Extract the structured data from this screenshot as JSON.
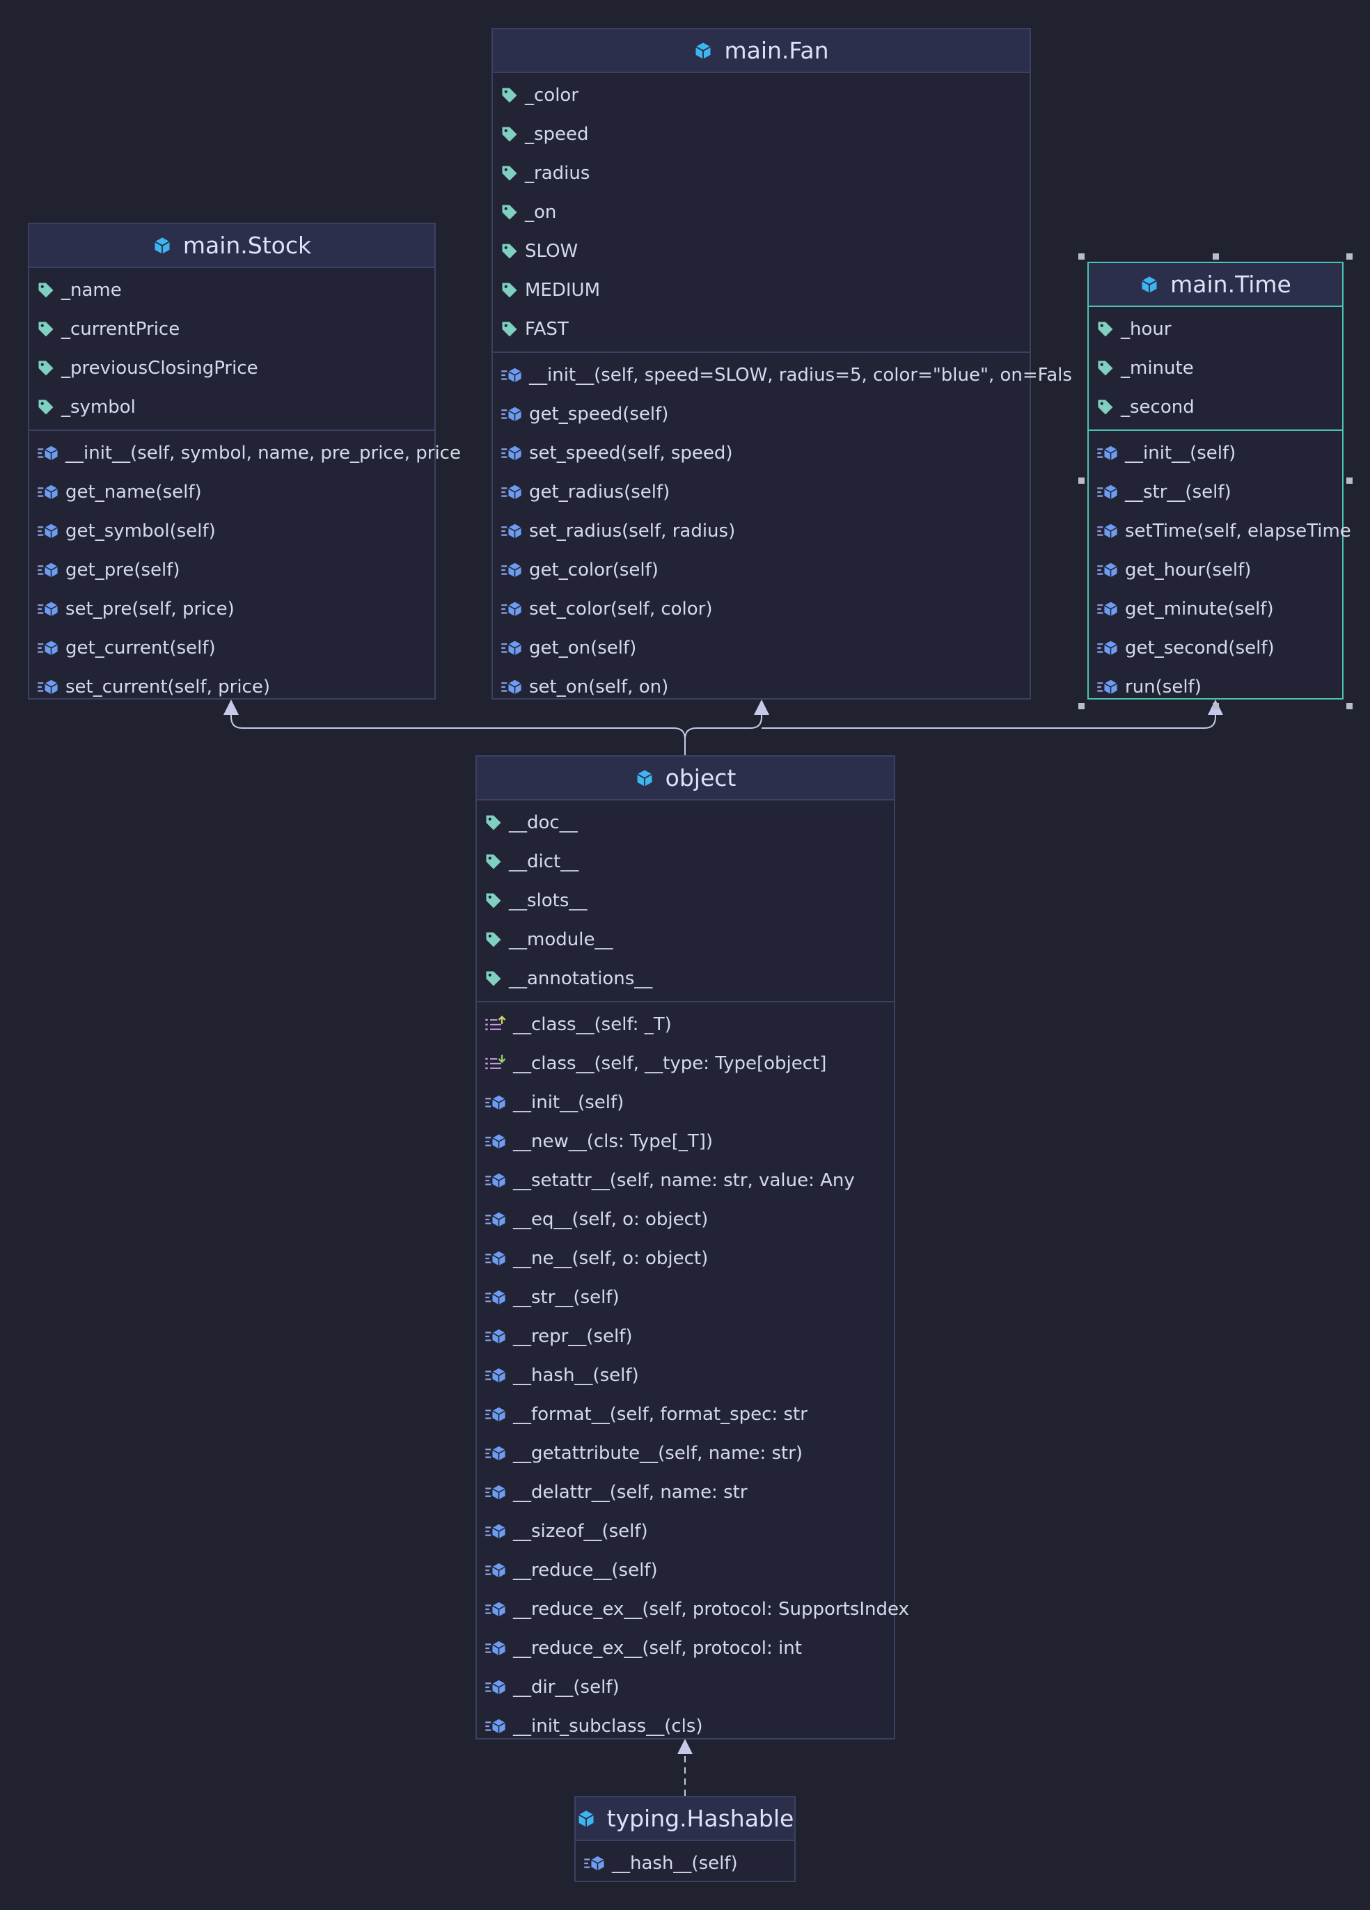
{
  "colors": {
    "background": "#21222f",
    "header": "#2c2f4c",
    "border": "#3d4060",
    "selected_border": "#4cc3b0",
    "field_icon": "#7fd0c0",
    "method_icon": "#6d9cf0",
    "class_icon": "#3db6f0",
    "edge": "#c6c9e8"
  },
  "classes": {
    "fan": {
      "name": "main.Fan",
      "fields": [
        "_color",
        "_speed",
        "_radius",
        "_on",
        "SLOW",
        "MEDIUM",
        "FAST"
      ],
      "methods": [
        "__init__(self, speed=SLOW, radius=5, color=\"blue\", on=Fals",
        "get_speed(self)",
        "set_speed(self, speed)",
        "get_radius(self)",
        "set_radius(self, radius)",
        "get_color(self)",
        "set_color(self, color)",
        "get_on(self)",
        "set_on(self, on)"
      ]
    },
    "stock": {
      "name": "main.Stock",
      "fields": [
        "_name",
        "_currentPrice",
        "_previousClosingPrice",
        "_symbol"
      ],
      "methods": [
        "__init__(self, symbol, name, pre_price, price",
        "get_name(self)",
        "get_symbol(self)",
        "get_pre(self)",
        "set_pre(self, price)",
        "get_current(self)",
        "set_current(self, price)"
      ]
    },
    "time": {
      "name": "main.Time",
      "fields": [
        "_hour",
        "_minute",
        "_second"
      ],
      "methods": [
        "__init__(self)",
        "__str__(self)",
        "setTime(self, elapseTime",
        "get_hour(self)",
        "get_minute(self)",
        "get_second(self)",
        "run(self)"
      ]
    },
    "object": {
      "name": "object",
      "fields": [
        "__doc__",
        "__dict__",
        "__slots__",
        "__module__",
        "__annotations__"
      ],
      "methods": [
        "__class__(self: _T)",
        "__class__(self, __type: Type[object]",
        "__init__(self)",
        "__new__(cls: Type[_T])",
        "__setattr__(self, name: str, value: Any",
        "__eq__(self, o: object)",
        "__ne__(self, o: object)",
        "__str__(self)",
        "__repr__(self)",
        "__hash__(self)",
        "__format__(self, format_spec: str",
        "__getattribute__(self, name: str)",
        "__delattr__(self, name: str",
        "__sizeof__(self)",
        "__reduce__(self)",
        "__reduce_ex__(self, protocol: SupportsIndex",
        "__reduce_ex__(self, protocol: int",
        "__dir__(self)",
        "__init_subclass__(cls)"
      ],
      "method_icons": [
        "property-getter-icon",
        "property-setter-icon"
      ]
    },
    "hashable": {
      "name": "typing.Hashable",
      "fields": [],
      "methods": [
        "__hash__(self)"
      ]
    }
  }
}
